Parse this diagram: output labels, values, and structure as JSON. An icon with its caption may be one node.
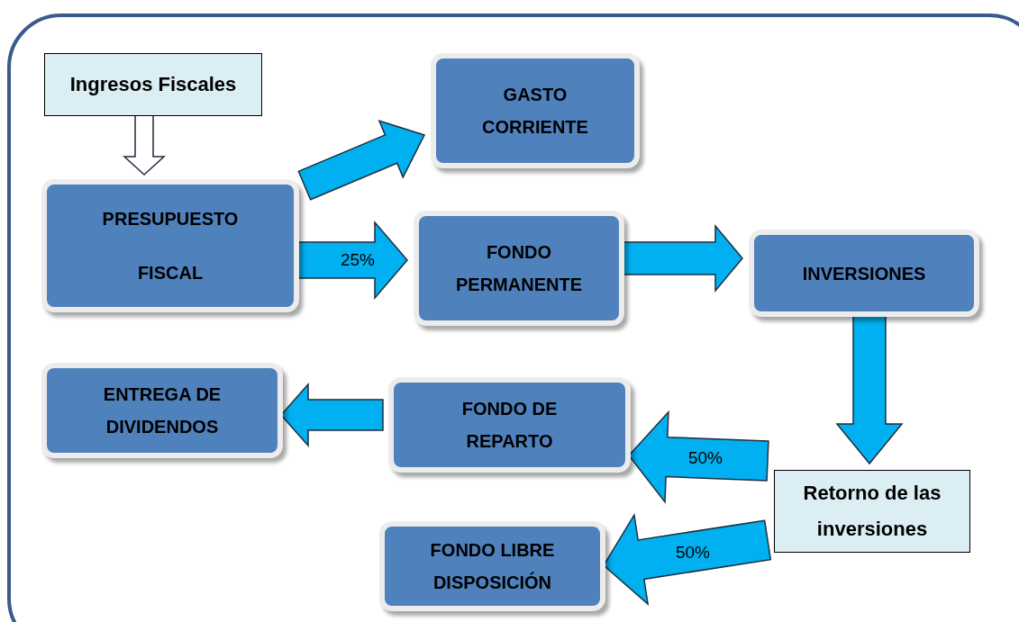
{
  "diagram": {
    "nodes": [
      {
        "text": [],
        "shape": "box"
      },
      {
        "text": [
          "Ingresos Fiscales"
        ],
        "in": 0
      },
      {
        "text": [
          "PRESUPUESTO FISCAL"
        ],
        "in": 0
      },
      {
        "text": [
          "GASTO CORRIENTE"
        ],
        "in": 0
      },
      {
        "text": [
          "FONDO PERMANENTE"
        ],
        "in": 0
      },
      {
        "text": [
          "INVERSIONES"
        ],
        "in": 0
      },
      {
        "text": [
          "Retorno de las inversiones"
        ],
        "in": 0
      },
      {
        "text": [
          "FONDO DE REPARTO"
        ],
        "in": 0
      },
      {
        "text": [
          "FONDO LIBRE DISPOSICIÓN"
        ],
        "in": 0
      },
      {
        "text": [
          "ENTREGA DE DIVIDENDOS"
        ],
        "in": 0
      }
    ],
    "edges": [
      {
        "from": 1,
        "to": 2,
        "arrow": "to",
        "color": "#ffffff"
      },
      {
        "from": 2,
        "to": 3,
        "arrow": "to"
      },
      {
        "from": 2,
        "to": 4,
        "arrow": "to",
        "label": "25%"
      },
      {
        "from": 4,
        "to": 5,
        "arrow": "to"
      },
      {
        "from": 5,
        "to": 6,
        "arrow": "to"
      },
      {
        "from": 6,
        "to": 7,
        "arrow": "to",
        "label": "50%"
      },
      {
        "from": 6,
        "to": 8,
        "arrow": "to",
        "label": "50%"
      },
      {
        "from": 7,
        "to": 9,
        "arrow": "to"
      }
    ]
  }
}
